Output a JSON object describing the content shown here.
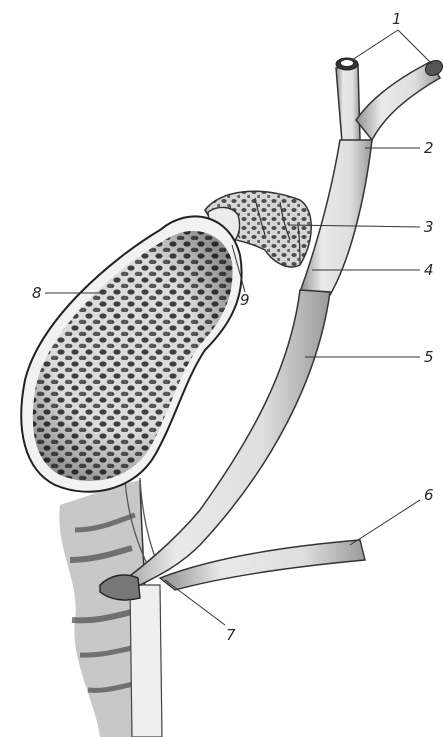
{
  "labels": {
    "l1": "1",
    "l2": "2",
    "l3": "3",
    "l4": "4",
    "l5": "5",
    "l6": "6",
    "l7": "7",
    "l8": "8",
    "l9": "9"
  }
}
